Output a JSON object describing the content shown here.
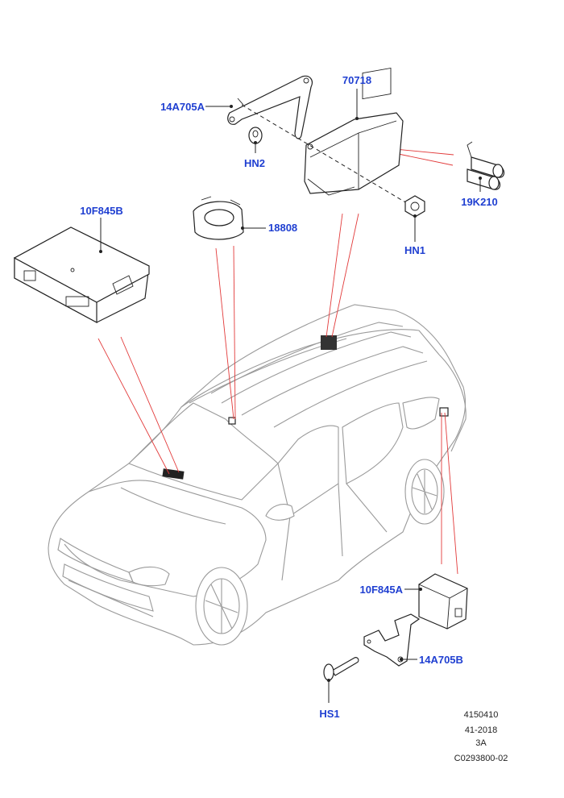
{
  "callouts": {
    "c_70718": "70718",
    "c_14a705a": "14A705A",
    "c_hn2": "HN2",
    "c_19k210": "19K210",
    "c_hn1": "HN1",
    "c_10f845b": "10F845B",
    "c_18808": "18808",
    "c_10f845a": "10F845A",
    "c_14a705b": "14A705B",
    "c_hs1": "HS1"
  },
  "reference": {
    "line1": "4150410",
    "line2": "41-2018",
    "line3": "3A",
    "line4": "C0293800-02"
  },
  "colors": {
    "callout": "#1f3fd1",
    "leader_red": "#e23a3a",
    "vehicle_outline": "#9a9a9a"
  }
}
